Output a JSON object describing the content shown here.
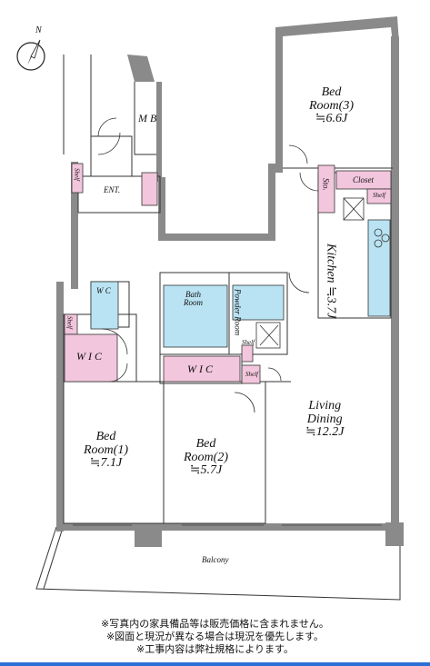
{
  "compass": {
    "label": "N"
  },
  "rooms": {
    "bed3": {
      "name1": "Bed",
      "name2": "Room(3)",
      "size": "≒6.6J"
    },
    "mb": "M B",
    "shelf_ent": "Shelf",
    "ent": "ENT.",
    "sto": "Sto.",
    "closet": "Closet",
    "shelf_closet": "Shelf",
    "kitchen": {
      "name": "Kitchen",
      "size": "≒3.7J"
    },
    "wc": "W C",
    "shelf_wic1": "Shelf",
    "wic1": "W I C",
    "bath": {
      "name1": "Bath",
      "name2": "Room"
    },
    "powder": {
      "name1": "Powder",
      "name2": "Room"
    },
    "shelf_powder": "Shelf",
    "wic2": "W I C",
    "shelf_wic2": "Shelf",
    "living": {
      "name1": "Living",
      "name2": "Dining",
      "size": "≒12.2J"
    },
    "bed1": {
      "name1": "Bed",
      "name2": "Room(1)",
      "size": "≒7.1J"
    },
    "bed2": {
      "name1": "Bed",
      "name2": "Room(2)",
      "size": "≒5.7J"
    },
    "balcony": "Balcony"
  },
  "notes": [
    "※写真内の家具備品等は販売価格に含まれません。",
    "※図面と現況が異なる場合は現況を優先します。",
    "※工事内容は弊社規格によります。"
  ],
  "colors": {
    "wall": "#8a8a8a",
    "storage_pink": "#f2c6dc",
    "wet_blue": "#b9e3f2",
    "line": "#333333",
    "accent_bar": "#2a6fd6"
  }
}
